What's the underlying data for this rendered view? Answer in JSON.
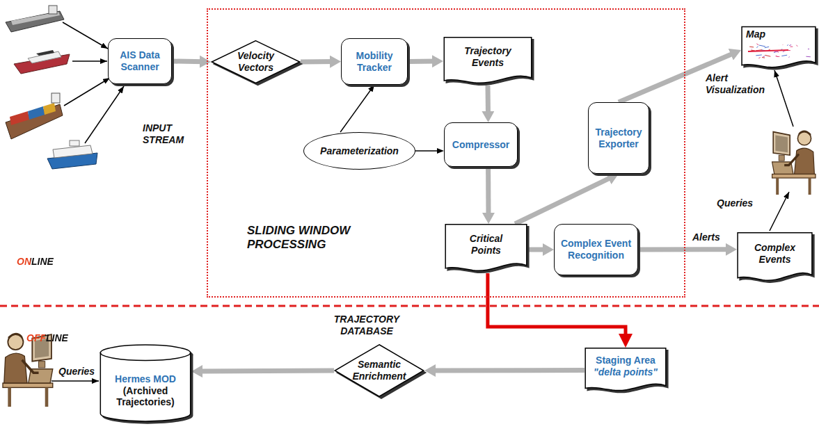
{
  "diagram": {
    "nodes": [
      {
        "text": [
          "AIS Data Scanner"
        ]
      },
      {
        "text": [
          "SLIDING WINDOW PROCESSING"
        ]
      },
      {
        "text": [
          "Velocity Vectors"
        ],
        "in": 1
      },
      {
        "text": [
          "Mobility Tracker"
        ],
        "in": 1
      },
      {
        "text": [
          "Trajectory Events"
        ],
        "in": 1
      },
      {
        "text": [
          "Parameterization"
        ],
        "in": 1
      },
      {
        "text": [
          "Compressor"
        ],
        "in": 1
      },
      {
        "text": [
          "Critical Points"
        ],
        "in": 1
      },
      {
        "text": [
          "Trajectory Exporter"
        ],
        "in": 1
      },
      {
        "text": [
          "Complex Event Recognition"
        ],
        "in": 1
      },
      {
        "text": [
          "Map"
        ]
      },
      {
        "text": [
          "Complex Events"
        ]
      },
      {
        "text": [
          "Staging Area",
          "\"delta points\""
        ]
      },
      {
        "text": [
          "Semantic Enrichment"
        ]
      },
      {
        "text": [
          "Hermes MOD",
          "(Archived Trajectories)"
        ]
      }
    ],
    "edges": [
      {
        "from": 0,
        "to": 2,
        "arrow": "to"
      },
      {
        "from": 2,
        "to": 3,
        "arrow": "to"
      },
      {
        "from": 3,
        "to": 4,
        "arrow": "to"
      },
      {
        "from": 4,
        "to": 6,
        "arrow": "to"
      },
      {
        "from": 5,
        "to": 3,
        "arrow": "to"
      },
      {
        "from": 5,
        "to": 6,
        "arrow": "to"
      },
      {
        "from": 6,
        "to": 7,
        "arrow": "to"
      },
      {
        "from": 7,
        "to": 8,
        "arrow": "to"
      },
      {
        "from": 8,
        "to": 10,
        "arrow": "to"
      },
      {
        "from": 7,
        "to": 9,
        "arrow": "to"
      },
      {
        "from": 9,
        "to": 11,
        "label": "Alerts",
        "arrow": "to"
      },
      {
        "from": 7,
        "to": 12,
        "arrow": "to"
      },
      {
        "from": 12,
        "to": 13,
        "arrow": "to"
      },
      {
        "from": 13,
        "to": 14,
        "arrow": "to"
      }
    ],
    "labels": [
      "INPUT STREAM",
      "ONLINE",
      "Alert Visualization",
      "Queries",
      "TRAJECTORY DATABASE",
      "OFFLINE",
      "Queries"
    ]
  }
}
